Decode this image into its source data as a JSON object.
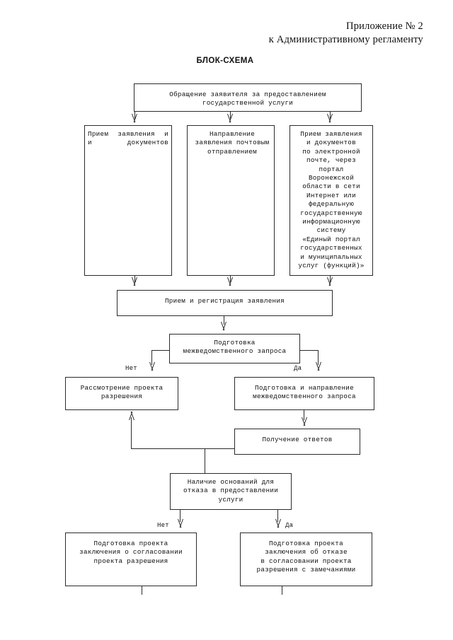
{
  "header": {
    "line1": "Приложение № 2",
    "line2": "к Административному регламенту"
  },
  "title": "БЛОК-СХЕМА",
  "nodes": {
    "start": "Обращение заявителя за предоставлением\nгосударственной услуги",
    "intake_inperson": "Прием заявления и\nи документов",
    "intake_mail": "Направление\nзаявления почтовым\nотправлением",
    "intake_electronic": "Прием заявления\nи документов\nпо электронной\nпочте, через\nпортал\nВоронежской\nобласти в сети\nИнтернет или\nфедеральную\nгосударственную\nинформационную\nсистему\n«Единый портал\nгосударственных\nи муниципальных\nуслуг (функций)»",
    "registration": "Прием и регистрация заявления",
    "prepare_request": "Подготовка\nмежведомственного запроса",
    "review_draft": "Рассмотрение проекта\nразрешения",
    "send_request": "Подготовка и направление\nмежведомственного запроса",
    "получение": "Получение ответов",
    "refusal_check": "Наличие оснований для\nотказа в предоставлении\nуслуги",
    "approve_draft": "Подготовка проекта\nзаключения о согласовании\nпроекта разрешения",
    "refuse_draft": "Подготовка проекта\nзаключения об отказе\nв согласовании проекта\nразрешения с замечаниями"
  },
  "labels": {
    "no_1": "Нет",
    "yes_1": "Да",
    "no_2": "Нет",
    "yes_2": "Да"
  },
  "colors": {
    "ink": "#111111",
    "stroke": "#2b2b2b",
    "paper": "#ffffff"
  }
}
